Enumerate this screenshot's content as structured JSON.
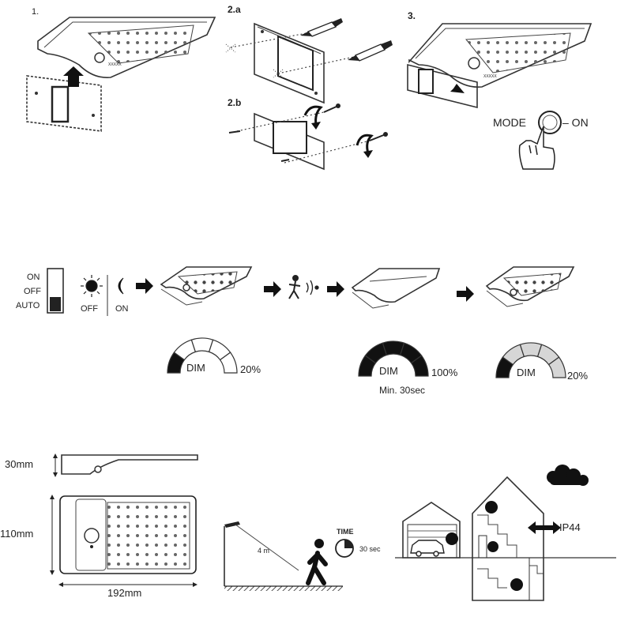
{
  "steps": {
    "step1": "1.",
    "step2a": "2.a",
    "step2b": "2.b",
    "step3": "3."
  },
  "mode_switch": {
    "mode_label": "MODE",
    "on_label": "– ON"
  },
  "switch_positions": {
    "on": "ON",
    "off": "OFF",
    "auto": "AUTO"
  },
  "light_sensor": {
    "day_state": "OFF",
    "night_state": "ON",
    "day_icon": "sun-icon",
    "night_icon": "moon-icon"
  },
  "brightness_states": [
    {
      "label": "DIM",
      "level": "20%",
      "level_value": 20,
      "note": ""
    },
    {
      "label": "DIM",
      "level": "100%",
      "level_value": 100,
      "note": "Min. 30sec"
    },
    {
      "label": "DIM",
      "level": "20%",
      "level_value": 20,
      "note": ""
    }
  ],
  "dimensions": {
    "height": "30mm",
    "width": "110mm",
    "length": "192mm"
  },
  "detection": {
    "distance": "4 m",
    "time_label": "TIME",
    "time_value": "30 sec"
  },
  "protection": {
    "rating": "IP44"
  },
  "colors": {
    "line": "#333333",
    "fill_dark": "#111111",
    "fill_mid": "#555555",
    "fill_light": "#d6d6d6"
  }
}
